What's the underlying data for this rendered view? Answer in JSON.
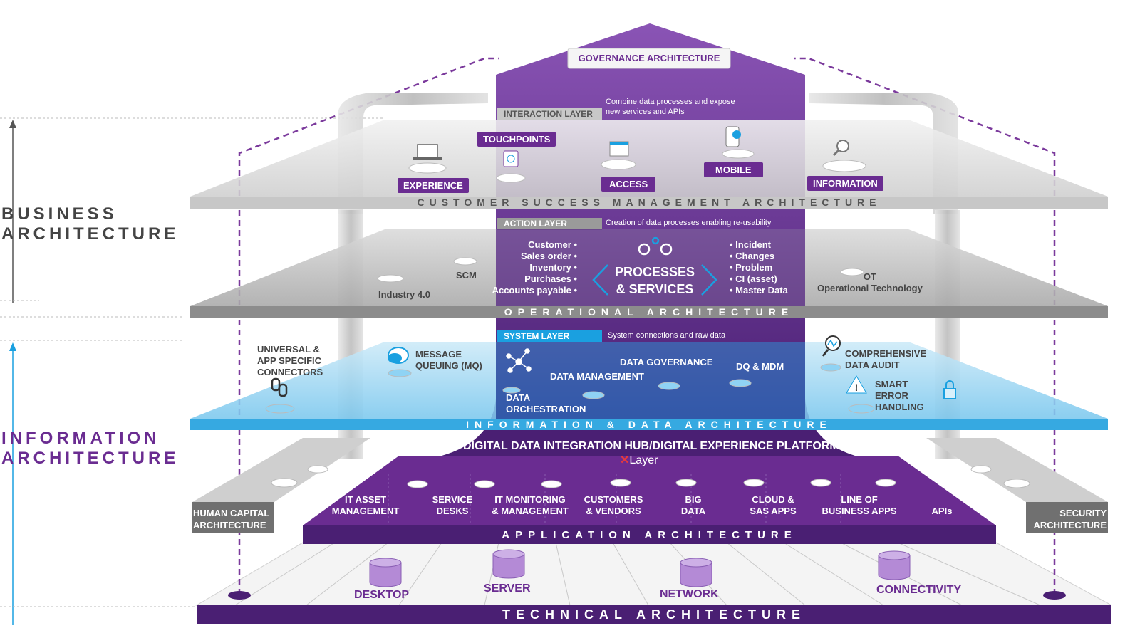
{
  "side_labels": {
    "business": [
      "BUSINESS",
      "ARCHITECTURE"
    ],
    "information": [
      "INFORMATION",
      "ARCHITECTURE"
    ]
  },
  "roof": {
    "title": "GOVERNANCE ARCHITECTURE"
  },
  "interaction": {
    "layer_label": "INTERACTION LAYER",
    "note": [
      "Combine data processes and expose",
      "new services and APIs"
    ],
    "tags": {
      "touchpoints": "TOUCHPOINTS",
      "experience": "EXPERIENCE",
      "access": "ACCESS",
      "mobile": "MOBILE",
      "information": "INFORMATION"
    },
    "band": "CUSTOMER SUCCESS MANAGEMENT ARCHITECTURE"
  },
  "action": {
    "layer_label": "ACTION LAYER",
    "note": "Creation of data processes enabling re-usability",
    "left_list": [
      "Customer •",
      "Sales order •",
      "Inventory •",
      "Purchases •",
      "Accounts payable •"
    ],
    "center": [
      "PROCESSES",
      "& SERVICES"
    ],
    "right_list": [
      "• Incident",
      "• Changes",
      "• Problem",
      "• CI (asset)",
      "• Master Data"
    ],
    "industry": "Industry 4.0",
    "scm": "SCM",
    "ot": [
      "OT",
      "Operational Technology"
    ],
    "band": "OPERATIONAL ARCHITECTURE"
  },
  "system": {
    "layer_label": "SYSTEM LAYER",
    "note": "System connections and raw data",
    "connectors": [
      "UNIVERSAL &",
      "APP SPECIFIC",
      "CONNECTORS"
    ],
    "mq": [
      "MESSAGE",
      "QUEUING (MQ)"
    ],
    "orchestration": [
      "DATA",
      "ORCHESTRATION"
    ],
    "management": "DATA MANAGEMENT",
    "governance": "DATA GOVERNANCE",
    "dq": "DQ & MDM",
    "audit": [
      "COMPREHENSIVE",
      "DATA AUDIT"
    ],
    "error": [
      "SMART",
      "ERROR",
      "HANDLING"
    ],
    "band": "INFORMATION & DATA ARCHITECTURE"
  },
  "hub": {
    "title": "DIGITAL DATA INTEGRATION HUB/DIGITAL EXPERIENCE  PLATFORM",
    "logo_x": "✕",
    "logo_text": "Layer",
    "apps": [
      [
        "IT ASSET",
        "MANAGEMENT"
      ],
      [
        "SERVICE",
        "DESKS"
      ],
      [
        "IT MONITORING",
        "& MANAGEMENT"
      ],
      [
        "CUSTOMERS",
        "& VENDORS"
      ],
      [
        "BIG",
        "DATA"
      ],
      [
        "CLOUD &",
        "SAS APPS"
      ],
      [
        "LINE OF",
        "BUSINESS APPS"
      ],
      [
        "APIs"
      ]
    ],
    "band": "APPLICATION  ARCHITECTURE"
  },
  "corners": {
    "left": [
      "HUMAN CAPITAL",
      "ARCHITECTURE"
    ],
    "right": [
      "SECURITY",
      "ARCHITECTURE"
    ]
  },
  "technical": {
    "items": [
      "DESKTOP",
      "SERVER",
      "NETWORK",
      "CONNECTIVITY"
    ],
    "band": "TECHNICAL ARCHITECTURE"
  },
  "colors": {
    "purple": "#6a2c91",
    "purple_dark": "#4a1f73",
    "blue": "#1aa0e0",
    "light_blue": "#a6dcf5",
    "gray": "#9a9a9a"
  },
  "icons": [
    "laptop-icon",
    "fingerprint-icon",
    "browser-icon",
    "mobile-gear-icon",
    "search-globe-icon",
    "gears-icon",
    "chat-icon",
    "network-icon",
    "link-icon",
    "magnifier-chart-icon",
    "warning-icon",
    "padlock-icon",
    "database-icon"
  ]
}
